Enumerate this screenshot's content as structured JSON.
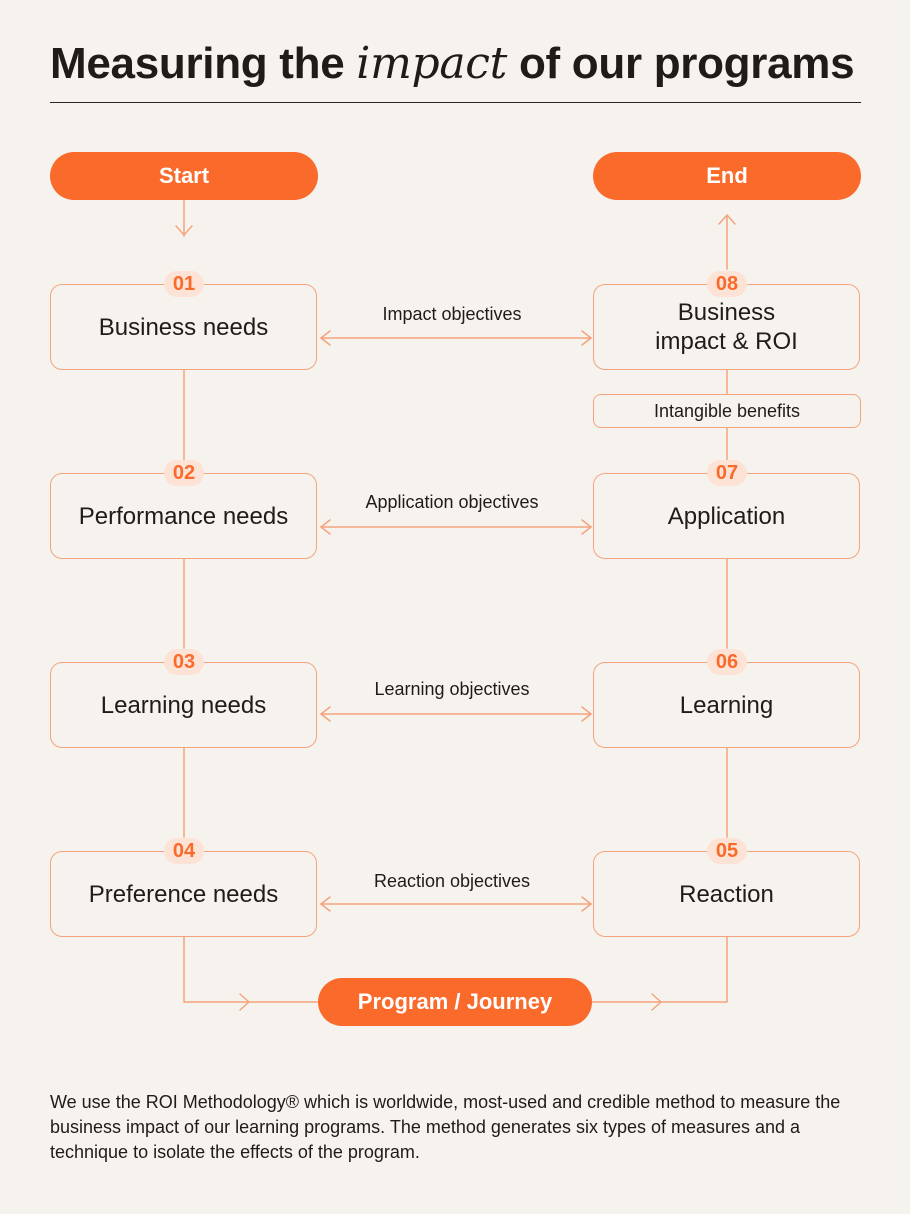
{
  "title": {
    "prefix": "Measuring the ",
    "emphasis": "impact",
    "suffix": " of our programs"
  },
  "start_label": "Start",
  "end_label": "End",
  "program_label": "Program / Journey",
  "needs": [
    {
      "number": "01",
      "label": "Business needs"
    },
    {
      "number": "02",
      "label": "Performance needs"
    },
    {
      "number": "03",
      "label": "Learning needs"
    },
    {
      "number": "04",
      "label": "Preference needs"
    }
  ],
  "results": [
    {
      "number": "08",
      "label": "Business\nimpact & ROI"
    },
    {
      "number": "07",
      "label": "Application"
    },
    {
      "number": "06",
      "label": "Learning"
    },
    {
      "number": "05",
      "label": "Reaction"
    }
  ],
  "objectives": [
    "Impact objectives",
    "Application objectives",
    "Learning objectives",
    "Reaction objectives"
  ],
  "intangible_benefits": "Intangible benefits",
  "footnote": "We use the ROI Methodology® which is worldwide, most-used and credible method to measure the business impact of our learning programs. The method generates six types of measures and a technique to isolate the effects of the program.",
  "colors": {
    "accent": "#f96a2b",
    "box_border": "#f3a47c",
    "badge_bg": "#fde3d5",
    "background": "#f6f3ee"
  }
}
